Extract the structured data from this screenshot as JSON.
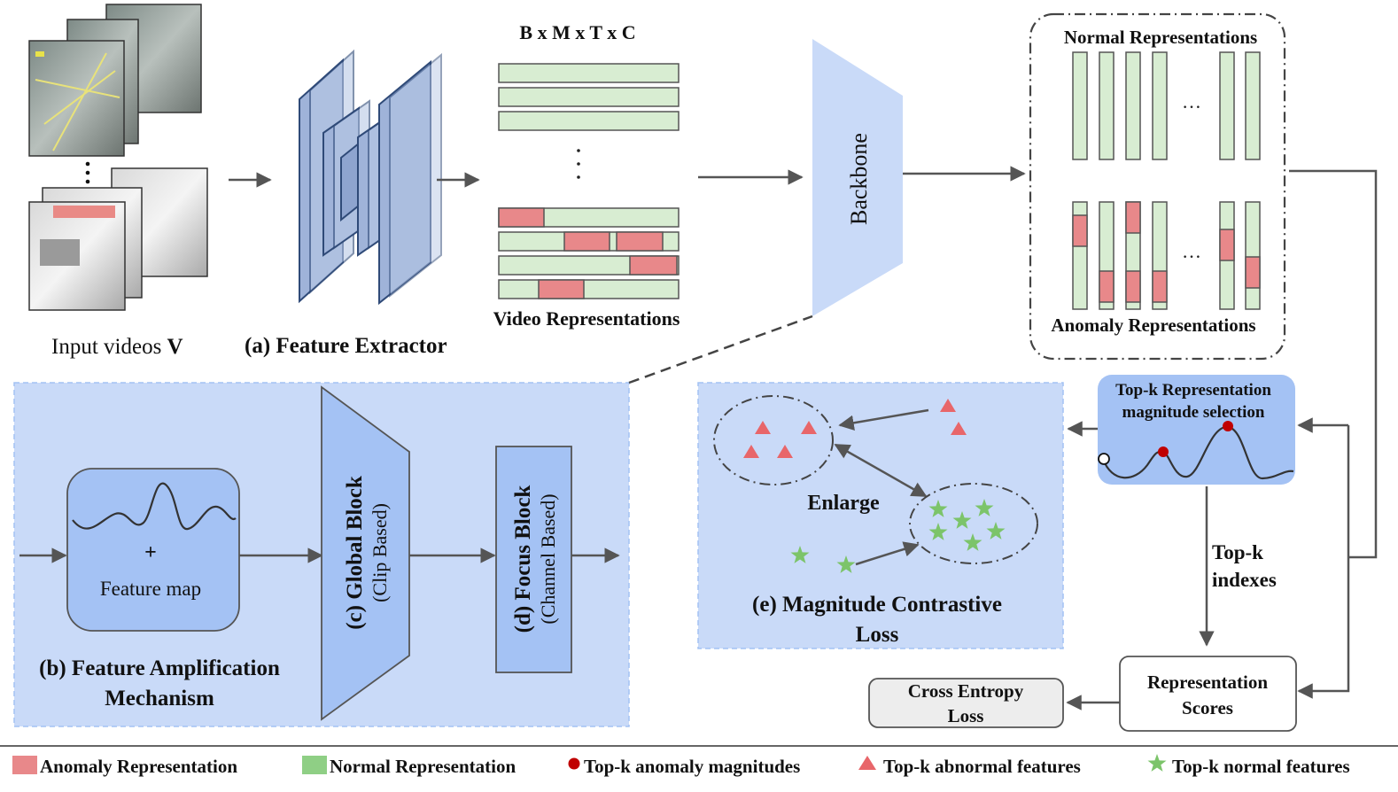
{
  "input": {
    "label": "Input videos ",
    "label_bold": "V"
  },
  "feature_extractor": {
    "label": "(a) Feature Extractor",
    "shape_header": "B x M x T x C",
    "output_label": "Video Representations"
  },
  "backbone": {
    "label": "Backbone"
  },
  "representations": {
    "normal_title": "Normal Representations",
    "anomaly_title": "Anomaly Representations",
    "ellipsis": "…"
  },
  "fam": {
    "title_line1": "(b) Feature Amplification",
    "title_line2": "Mechanism",
    "plus": "+",
    "feature_map": "Feature map",
    "global_block": "(c) Global Block",
    "global_sub": "(Clip Based)",
    "focus_block": "(d) Focus Block",
    "focus_sub": "(Channel Based)"
  },
  "mcl": {
    "enlarge": "Enlarge",
    "title_line1": "(e) Magnitude Contrastive",
    "title_line2": "Loss"
  },
  "topk_selection": {
    "line1": "Top-k Representation",
    "line2": "magnitude selection"
  },
  "topk_indexes": {
    "line1": "Top-k",
    "line2": "indexes"
  },
  "scores": {
    "line1": "Representation",
    "line2": "Scores"
  },
  "cross_entropy": {
    "line1": "Cross Entropy",
    "line2": "Loss"
  },
  "legend": [
    {
      "label": "Anomaly Representation",
      "marker": "square",
      "color": "#e8888a"
    },
    {
      "label": "Normal Representation",
      "marker": "square",
      "color": "#8fcf85"
    },
    {
      "label": "Top-k anomaly magnitudes",
      "marker": "dot",
      "color": "#c00000"
    },
    {
      "label": "Top-k abnormal features",
      "marker": "triangle",
      "color": "#e8666a"
    },
    {
      "label": "Top-k normal features",
      "marker": "star",
      "color": "#7cc46a"
    }
  ],
  "colors": {
    "normal_fill": "#d8edd2",
    "anomaly_fill": "#e8888a",
    "panel_blue": "#c9daf8",
    "block_blue": "#a4c2f4",
    "extractor_blue": "#b8c9e6",
    "arrow": "#555555"
  }
}
